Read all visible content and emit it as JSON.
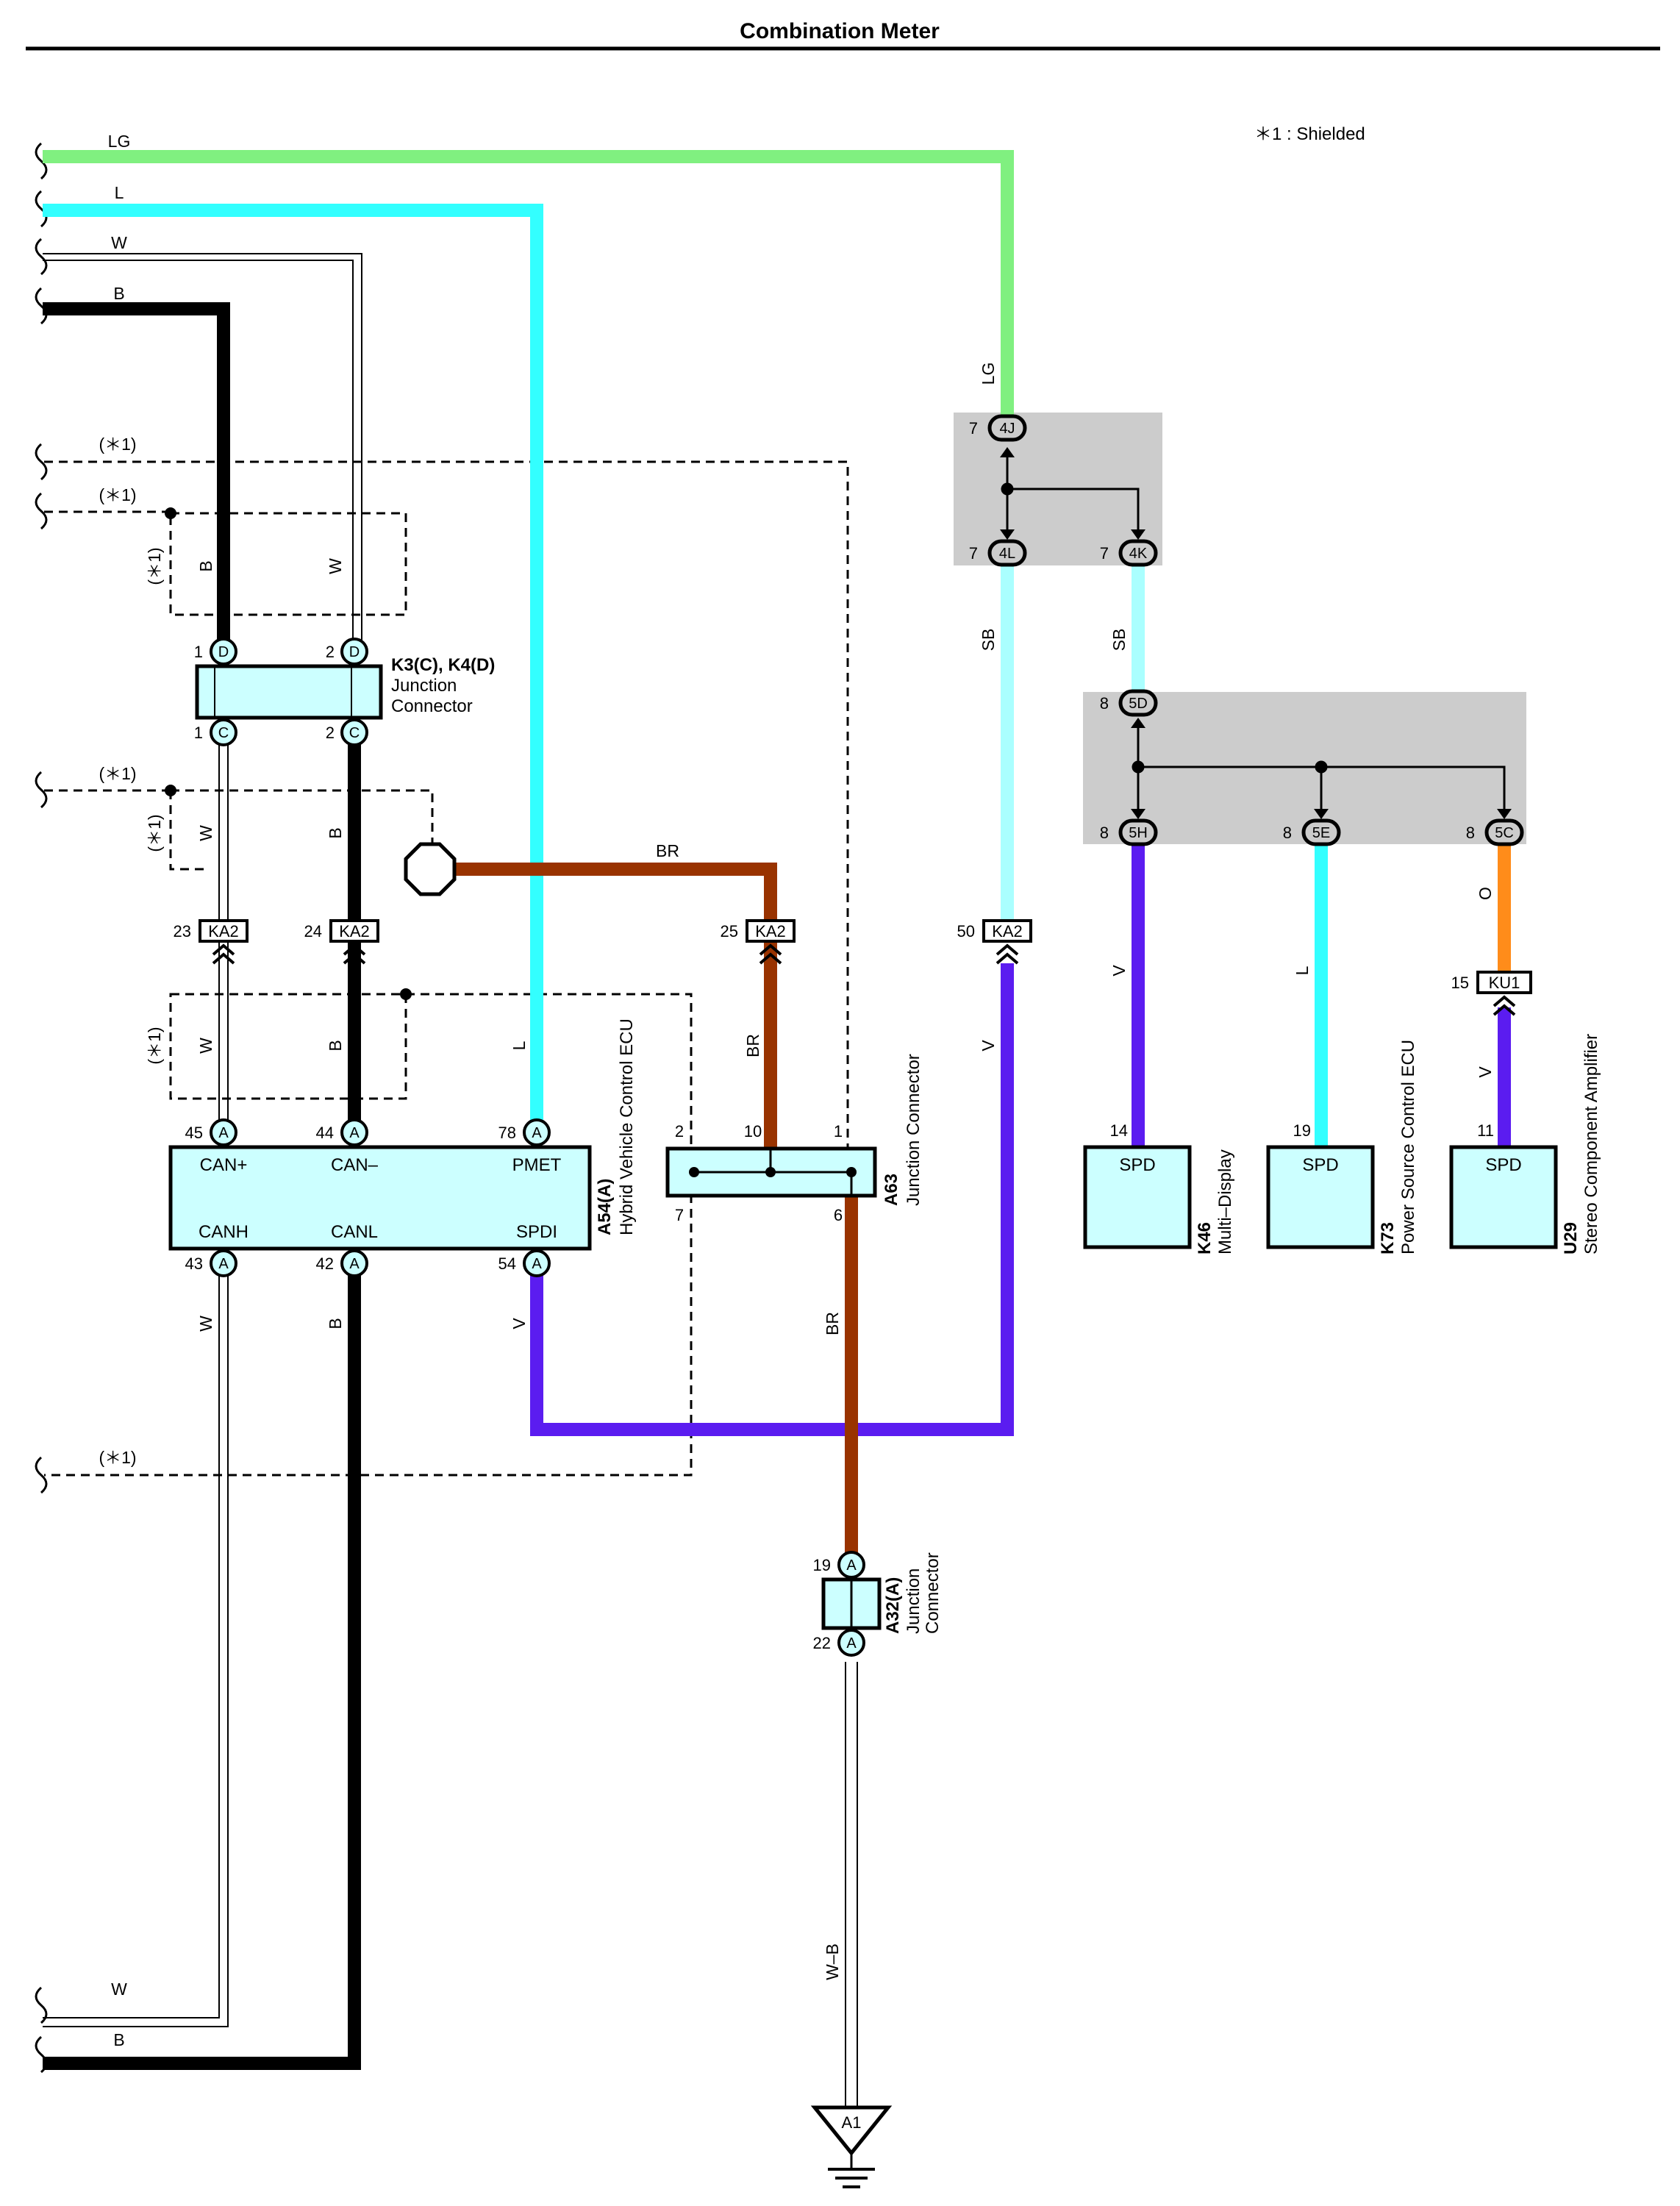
{
  "title": "Combination Meter",
  "note": "＊1 : Shielded",
  "shield_label": "(＊1)",
  "colors": {
    "LG": "#80f080",
    "L": "#33ffff",
    "SB": "#aaffff",
    "B": "#000000",
    "W": "#ffffff",
    "BR": "#993300",
    "V": "#5b1cf0",
    "O": "#ff8c1a",
    "box_fill": "#ccffff",
    "shade": "#cccccc"
  },
  "wire_labels": {
    "lg_top": "LG",
    "l_top": "L",
    "w_top": "W",
    "b_top": "B",
    "b_shield": "B",
    "w_shield": "W",
    "w_mid": "W",
    "b_mid": "B",
    "w_low": "W",
    "b_low": "B",
    "l_low": "L",
    "br_top": "BR",
    "br_mid": "BR",
    "br_low": "BR",
    "w_bottom": "W",
    "b_bottom": "B",
    "v_ecu": "V",
    "lg_right": "LG",
    "sb_left": "SB",
    "sb_right": "SB",
    "v_right": "V",
    "v_k46": "V",
    "l_k73": "L",
    "o_u29": "O",
    "v_u29": "V",
    "wb": "W–B"
  },
  "k3k4": {
    "code": "K3(C), K4(D)",
    "name1": "Junction",
    "name2": "Connector",
    "pin_top_1": "1",
    "pin_top_2": "2",
    "pin_bot_1": "1",
    "pin_bot_2": "2",
    "letter_top": "D",
    "letter_bot": "C"
  },
  "ka2": {
    "label": "KA2",
    "pin_23": "23",
    "pin_24": "24",
    "pin_25": "25",
    "pin_50": "50"
  },
  "a54": {
    "code": "A54(A)",
    "name": "Hybrid Vehicle Control ECU",
    "letter": "A",
    "pins": [
      {
        "num": "45",
        "term": "CAN+"
      },
      {
        "num": "44",
        "term": "CAN–"
      },
      {
        "num": "78",
        "term": "PMET"
      },
      {
        "num": "43",
        "term": "CANH"
      },
      {
        "num": "42",
        "term": "CANL"
      },
      {
        "num": "54",
        "term": "SPDI"
      }
    ]
  },
  "a63": {
    "code": "A63",
    "name": "Junction Connector",
    "pin_2": "2",
    "pin_10": "10",
    "pin_1": "1",
    "pin_7": "7",
    "pin_6": "6"
  },
  "a32": {
    "code": "A32(A)",
    "name1": "Junction",
    "name2": "Connector",
    "pin_19": "19",
    "pin_22": "22",
    "letter": "A"
  },
  "ground": {
    "label": "A1"
  },
  "junction_4": {
    "top": {
      "pin": "7",
      "label": "4J"
    },
    "left": {
      "pin": "7",
      "label": "4L"
    },
    "right": {
      "pin": "7",
      "label": "4K"
    }
  },
  "junction_5": {
    "top": {
      "pin": "8",
      "label": "5D"
    },
    "a": {
      "pin": "8",
      "label": "5H"
    },
    "b": {
      "pin": "8",
      "label": "5E"
    },
    "c": {
      "pin": "8",
      "label": "5C"
    }
  },
  "ku1": {
    "label": "KU1",
    "pin": "15"
  },
  "k46": {
    "pin": "14",
    "term": "SPD",
    "code": "K46",
    "name": "Multi–Display"
  },
  "k73": {
    "pin": "19",
    "term": "SPD",
    "code": "K73",
    "name": "Power Source Control ECU"
  },
  "u29": {
    "pin": "11",
    "term": "SPD",
    "code": "U29",
    "name": "Stereo Component Amplifier"
  }
}
